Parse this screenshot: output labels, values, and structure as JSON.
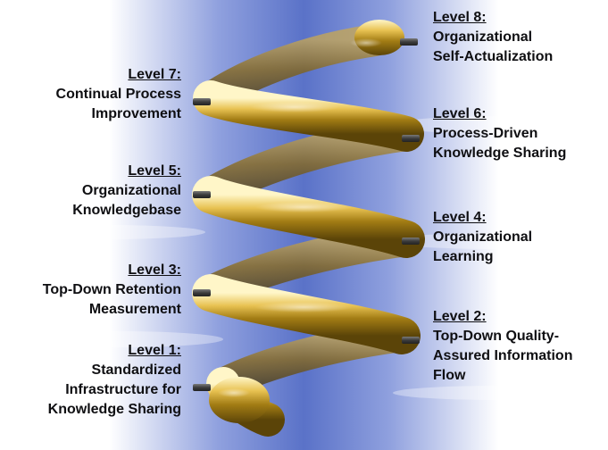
{
  "levels": [
    {
      "number": "Level 1:",
      "lines": [
        "Standardized",
        "Infrastructure for",
        "Knowledge Sharing"
      ]
    },
    {
      "number": "Level 2:",
      "lines": [
        "Top-Down Quality-",
        "Assured Information",
        "Flow"
      ]
    },
    {
      "number": "Level 3:",
      "lines": [
        "Top-Down Retention",
        "Measurement"
      ]
    },
    {
      "number": "Level 4:",
      "lines": [
        "Organizational",
        "Learning"
      ]
    },
    {
      "number": "Level 5:",
      "lines": [
        "Organizational",
        "Knowledgebase"
      ]
    },
    {
      "number": "Level 6:",
      "lines": [
        "Process-Driven",
        "Knowledge Sharing"
      ]
    },
    {
      "number": "Level 7:",
      "lines": [
        "Continual Process",
        "Improvement"
      ]
    },
    {
      "number": "Level 8:",
      "lines": [
        "Organizational",
        "Self-Actualization"
      ]
    }
  ],
  "colors": {
    "text": "#0f0f12",
    "background_blue": "#5a72c8",
    "spiral_gold": "#c8a028",
    "peg": "#4a4a4a"
  }
}
